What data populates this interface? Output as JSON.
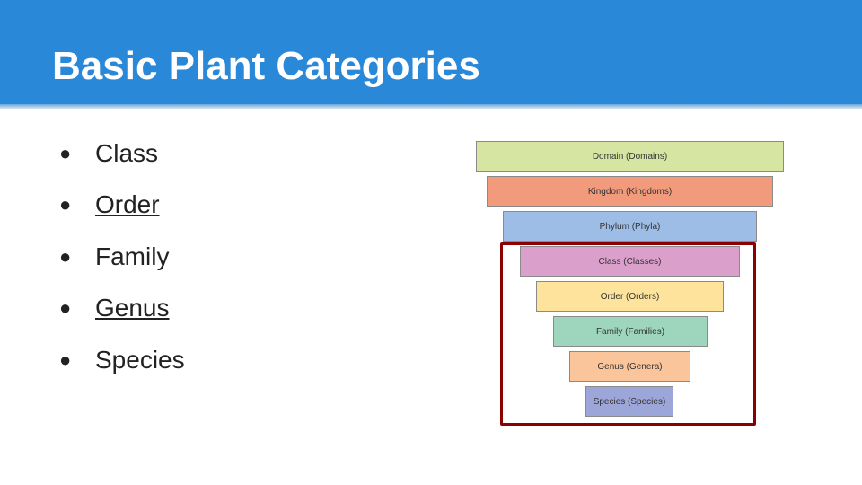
{
  "slide": {
    "title": "Basic Plant Categories",
    "bullets": [
      {
        "label": "Class",
        "link": false
      },
      {
        "label": "Order",
        "link": true
      },
      {
        "label": "Family",
        "link": false
      },
      {
        "label": "Genus",
        "link": true
      },
      {
        "label": "Species",
        "link": false
      }
    ]
  },
  "diagram": {
    "levels": [
      {
        "label": "Domain (Domains)",
        "color": "#d6e6a2"
      },
      {
        "label": "Kingdom (Kingdoms)",
        "color": "#f29a7c"
      },
      {
        "label": "Phylum (Phyla)",
        "color": "#9dbde6"
      },
      {
        "label": "Class (Classes)",
        "color": "#da9fcb"
      },
      {
        "label": "Order (Orders)",
        "color": "#fde39b"
      },
      {
        "label": "Family (Families)",
        "color": "#9dd6bc"
      },
      {
        "label": "Genus (Genera)",
        "color": "#fbc59b"
      },
      {
        "label": "Species (Species)",
        "color": "#9da6d8"
      }
    ],
    "highlight_color": "#8b0000"
  },
  "colors": {
    "header": "#2a88d9",
    "title_text": "#ffffff",
    "body_text": "#222222"
  }
}
